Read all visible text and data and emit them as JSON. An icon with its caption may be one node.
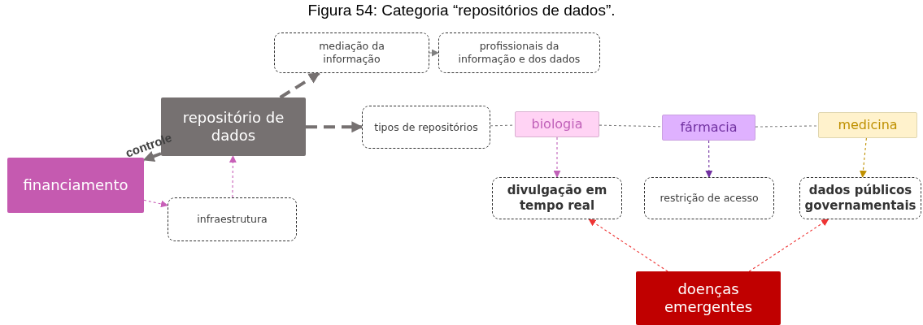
{
  "diagram": {
    "title": "Figura 54: Categoria “repositórios de dados”.",
    "nodes": [
      {
        "text": [
          "mediação da informação"
        ]
      },
      {
        "text": [
          "profissionais da informação e dos dados"
        ]
      },
      {
        "text": [
          "repositório de dados"
        ]
      },
      {
        "text": [
          "tipos de repositórios"
        ]
      },
      {
        "text": [
          "biologia"
        ]
      },
      {
        "text": [
          "fármacia"
        ]
      },
      {
        "text": [
          "medicina"
        ]
      },
      {
        "text": [
          "financiamento"
        ]
      },
      {
        "text": [
          "infraestrutura"
        ]
      },
      {
        "text": [
          "divulgação em tempo real"
        ]
      },
      {
        "text": [
          "restrição de acesso"
        ]
      },
      {
        "text": [
          "dados públicos governamentais"
        ]
      },
      {
        "text": [
          "doenças emergentes"
        ]
      }
    ],
    "edges": [
      {
        "from": 2,
        "to": 0,
        "arrow": "to",
        "style": "dashed"
      },
      {
        "from": 0,
        "to": 1,
        "arrow": "to"
      },
      {
        "from": 2,
        "to": 7,
        "arrow": "to",
        "label": "controle",
        "style": "dashed"
      },
      {
        "from": 2,
        "to": 3,
        "arrow": "to",
        "style": "dashed"
      },
      {
        "from": 7,
        "to": 8,
        "arrow": "to",
        "color": "#c860b8"
      },
      {
        "from": 8,
        "to": 2,
        "arrow": "to",
        "color": "#c860b8"
      },
      {
        "from": 3,
        "to": 4,
        "arrow": "none"
      },
      {
        "from": 4,
        "to": 5,
        "arrow": "none"
      },
      {
        "from": 5,
        "to": 6,
        "arrow": "none"
      },
      {
        "from": 4,
        "to": 9,
        "arrow": "to",
        "color": "#c060b8"
      },
      {
        "from": 5,
        "to": 10,
        "arrow": "to",
        "color": "#7030a0"
      },
      {
        "from": 6,
        "to": 11,
        "arrow": "to",
        "color": "#bf9000"
      },
      {
        "from": 12,
        "to": 9,
        "arrow": "to",
        "color": "#ee3333"
      },
      {
        "from": 12,
        "to": 11,
        "arrow": "to",
        "color": "#ee3333"
      }
    ]
  }
}
